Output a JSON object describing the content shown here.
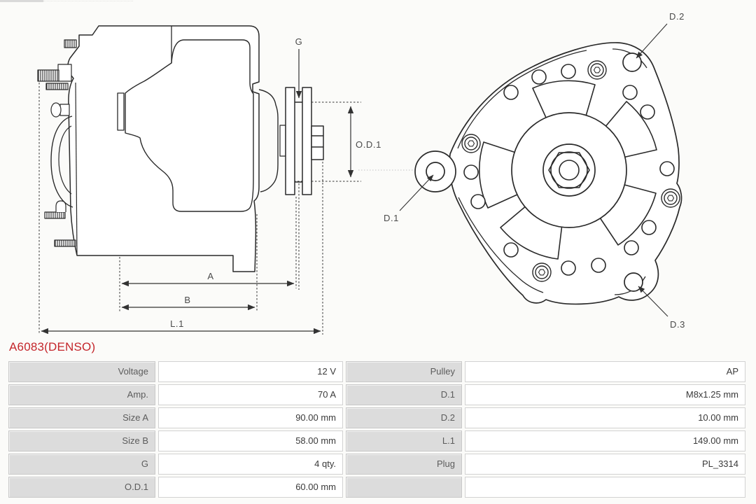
{
  "title": "A6083(DENSO)",
  "colors": {
    "title_red": "#c4262b",
    "drawing_line": "#2a2a2a",
    "dimension_line": "#333333",
    "table_label_bg": "#dcdcdc",
    "table_border": "#c9c9c9"
  },
  "diagram": {
    "side_labels": {
      "g": "G",
      "od1": "O.D.1",
      "dim_a": "A",
      "dim_b": "B",
      "dim_l1": "L.1"
    },
    "front_labels": {
      "d1": "D.1",
      "d2": "D.2",
      "d3": "D.3"
    }
  },
  "table": {
    "rows": [
      {
        "label_left": "Voltage",
        "value_left": "12 V",
        "label_right": "Pulley",
        "value_right": "AP"
      },
      {
        "label_left": "Amp.",
        "value_left": "70 A",
        "label_right": "D.1",
        "value_right": "M8x1.25 mm"
      },
      {
        "label_left": "Size A",
        "value_left": "90.00 mm",
        "label_right": "D.2",
        "value_right": "10.00 mm"
      },
      {
        "label_left": "Size B",
        "value_left": "58.00 mm",
        "label_right": "L.1",
        "value_right": "149.00 mm"
      },
      {
        "label_left": "G",
        "value_left": "4 qty.",
        "label_right": "Plug",
        "value_right": "PL_3314"
      },
      {
        "label_left": "O.D.1",
        "value_left": "60.00 mm",
        "label_right": "",
        "value_right": ""
      }
    ]
  }
}
